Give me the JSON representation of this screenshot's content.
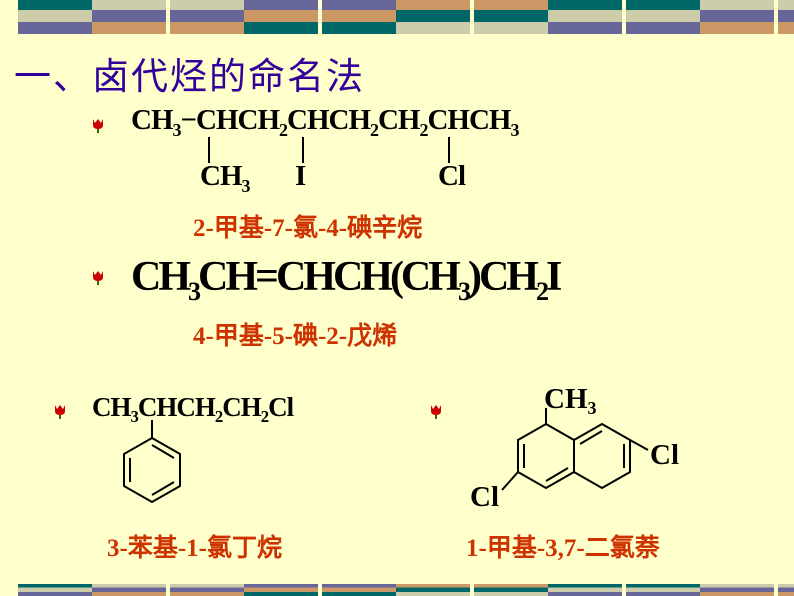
{
  "title": "一、卤代烃的命名法",
  "colors": {
    "background": "#ffffcc",
    "title": "#330099",
    "name_text": "#cc3300",
    "band_colors": [
      "#006666",
      "#ccccaa",
      "#666699",
      "#cc9966"
    ]
  },
  "icons": {
    "bullet": "tulip-icon"
  },
  "example1": {
    "formula_parts": [
      "CH",
      "3",
      "−CHCH",
      "2",
      "CHCH",
      "2",
      "CH",
      "2",
      "CHCH",
      "3"
    ],
    "branches": [
      "CH",
      "3",
      "I",
      "Cl"
    ],
    "name": "2-甲基-7-氯-4-碘辛烷"
  },
  "example2": {
    "formula_parts": [
      "CH",
      "3",
      "CH=CHCH(CH",
      "3",
      ")CH",
      "2",
      "I"
    ],
    "name": "4-甲基-5-碘-2-戊烯"
  },
  "example3": {
    "formula_parts": [
      "CH",
      "3",
      "CHCH",
      "2",
      "CH",
      "2",
      "Cl"
    ],
    "name": "3-苯基-1-氯丁烷"
  },
  "example4": {
    "methyl_label": "CH",
    "methyl_sub": "3",
    "cl_right": "Cl",
    "cl_left": "Cl",
    "name": "1-甲基-3,7-二氯萘"
  }
}
